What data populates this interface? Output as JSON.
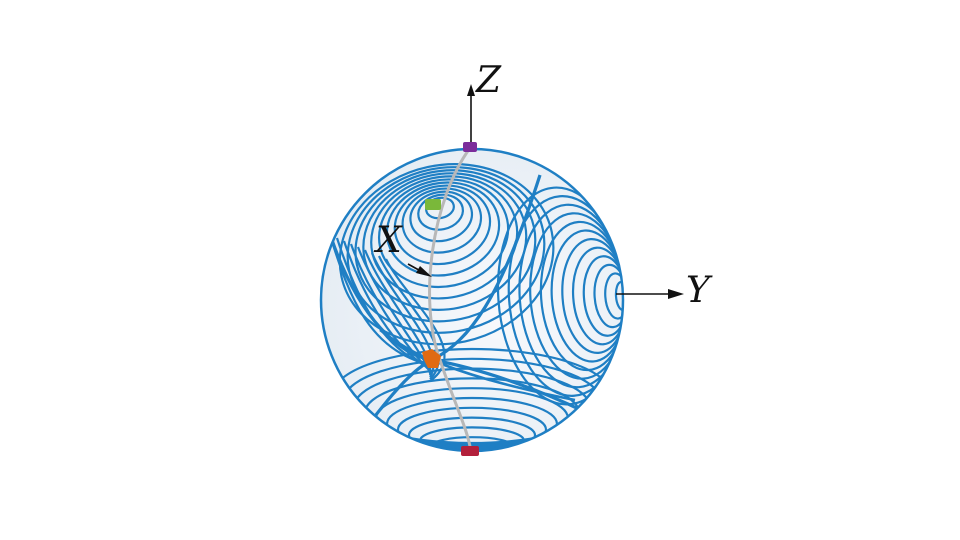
{
  "diagram": {
    "axes": {
      "x": "X",
      "y": "Y",
      "z": "Z"
    },
    "colors": {
      "background": "#ffffff",
      "trajectory": "#1f7fc4",
      "sphere_fill": "#eef3f8",
      "meridian": "#b8b8b8",
      "axis": "#111111",
      "pole_top": "#7b2d9b",
      "pole_bottom": "#b2203b",
      "fixed_point_upper": "#7ab83a",
      "fixed_point_saddle": "#e06a12"
    },
    "markers": [
      {
        "name": "north-pole-marker",
        "color_key": "pole_top"
      },
      {
        "name": "upper-fixed-point-marker",
        "color_key": "fixed_point_upper"
      },
      {
        "name": "saddle-point-marker",
        "color_key": "fixed_point_saddle"
      },
      {
        "name": "south-pole-marker",
        "color_key": "pole_bottom"
      }
    ]
  }
}
